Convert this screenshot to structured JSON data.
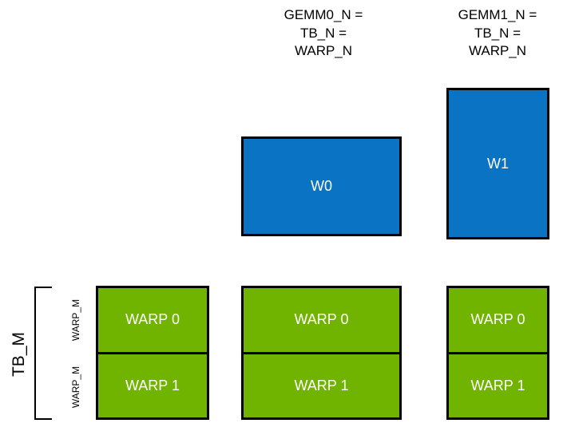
{
  "diagram": {
    "title_columns": [
      {
        "lines": "GEMM0_N =\nTB_N =\nWARP_N"
      },
      {
        "lines": "GEMM1_N =\nTB_N =\nWARP_N"
      }
    ],
    "warp_tiles": [
      {
        "label": "W0"
      },
      {
        "label": "W1"
      }
    ],
    "thread_block_columns": [
      {
        "cells": [
          {
            "label": "WARP 0"
          },
          {
            "label": "WARP 1"
          }
        ]
      },
      {
        "cells": [
          {
            "label": "WARP 0"
          },
          {
            "label": "WARP 1"
          }
        ]
      },
      {
        "cells": [
          {
            "label": "WARP 0"
          },
          {
            "label": "WARP 1"
          }
        ]
      }
    ],
    "side_labels": {
      "tb_m": "TB_M",
      "warp_m_top": "WARP_M",
      "warp_m_bottom": "WARP_M"
    },
    "colors": {
      "warp_tile_fill": "#0B73C3",
      "thread_block_fill": "#71B400",
      "outline": "#000000",
      "text_on_fill": "#FFFFFF",
      "background": "#FFFFFF"
    }
  }
}
